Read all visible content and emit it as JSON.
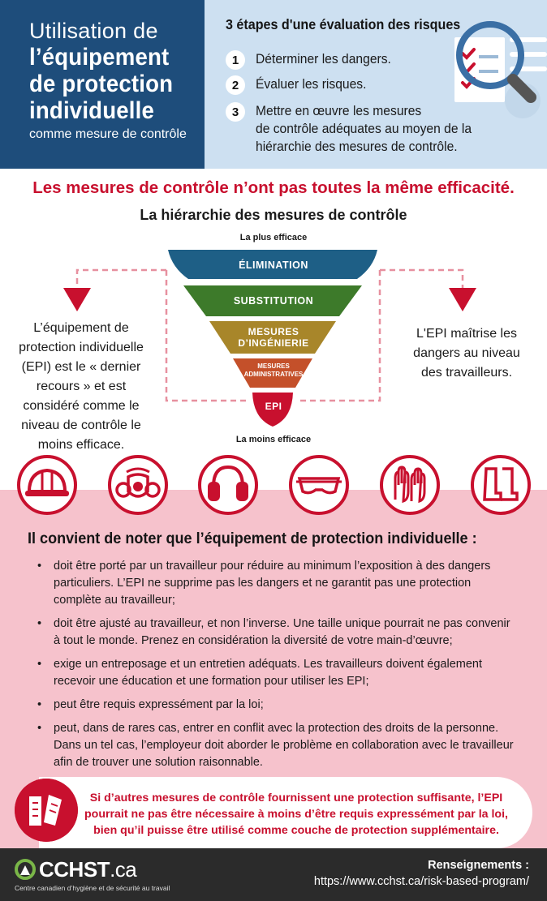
{
  "header": {
    "title_line1": "Utilisation de",
    "title_line2": "l’équipement",
    "title_line3": "de protection",
    "title_line4": "individuelle",
    "title_sub": "comme mesure de contrôle",
    "steps_title": "3 étapes d'une évaluation des risques",
    "steps": [
      {
        "num": "1",
        "lines": [
          "Déterminer les dangers."
        ]
      },
      {
        "num": "2",
        "lines": [
          "Évaluer les risques."
        ]
      },
      {
        "num": "3",
        "lines": [
          "Mettre en œuvre les mesures",
          "de contrôle adéquates au moyen de la",
          "hiérarchie des mesures de contrôle."
        ]
      }
    ],
    "icon": "checklist-magnifier-icon"
  },
  "middle": {
    "headline": "Les mesures de contrôle n’ont pas toutes la même efficacité.",
    "subhead": "La hiérarchie des mesures de contrôle",
    "most_effective": "La plus efficace",
    "least_effective": "La moins efficace",
    "levels": [
      {
        "lines": [
          "ÉLIMINATION"
        ],
        "color": "#1e5f86"
      },
      {
        "lines": [
          "SUBSTITUTION"
        ],
        "color": "#3d7a2a"
      },
      {
        "lines": [
          "MESURES",
          "D’INGÉNIERIE"
        ],
        "color": "#a8862a"
      },
      {
        "lines": [
          "MESURES",
          "ADMINISTRATIVES"
        ],
        "color": "#c4502a"
      },
      {
        "lines": [
          "EPI"
        ],
        "color": "#c8102e"
      }
    ],
    "left_text_lines": [
      "L’équipement de",
      "protection individuelle",
      "(EPI) est le « dernier",
      "recours » et est",
      "considéré comme le",
      "niveau de contrôle le",
      "moins efficace."
    ],
    "right_text_lines": [
      "L'EPI maîtrise les",
      "dangers au niveau",
      "des travailleurs."
    ]
  },
  "ppe_icons": [
    "hard-hat-icon",
    "respirator-icon",
    "ear-muffs-icon",
    "safety-goggles-icon",
    "gloves-icon",
    "safety-boots-icon"
  ],
  "notes": {
    "title": "Il convient de noter que l’équipement de protection individuelle :",
    "bullets": [
      "doit être porté par un travailleur pour réduire au minimum l’exposition à des dangers particuliers. L’EPI ne supprime pas les dangers et ne garantit pas une protection complète au travailleur;",
      "doit être ajusté au travailleur, et non l’inverse. Une taille unique pourrait ne pas convenir à tout le monde. Prenez en considération la diversité de votre main-d’œuvre;",
      "exige un entreposage et un entretien adéquats. Les travailleurs doivent également recevoir une éducation et une formation pour utiliser les EPI;",
      "peut être requis expressément par la loi;",
      "peut, dans de rares cas, entrer en conflit avec la protection des droits de la personne. Dans un tel cas, l’employeur doit aborder le problème en collaboration avec le travailleur afin de trouver une solution raisonnable."
    ],
    "callout_lines": [
      "Si d’autres  mesures de contrôle fournissent une protection suffisante, l’EPI",
      "pourrait ne pas être nécessaire à moins d’être requis expressément par la loi,",
      "bien qu’il puisse être utilisé comme couche de protection supplémentaire."
    ],
    "callout_icon": "law-book-icon"
  },
  "footer": {
    "logo_main": "CCHST",
    "logo_ca": ".ca",
    "logo_tagline": "Centre canadien d’hygiène et de sécurité au travail",
    "more_label": "Renseignements :",
    "more_url": "https://www.cchst.ca/risk-based-program/"
  },
  "colors": {
    "navy": "#1e4d7b",
    "light_blue": "#cde0f1",
    "red": "#c8102e",
    "pink": "#f6c2cc",
    "dark": "#2b2b2b"
  }
}
